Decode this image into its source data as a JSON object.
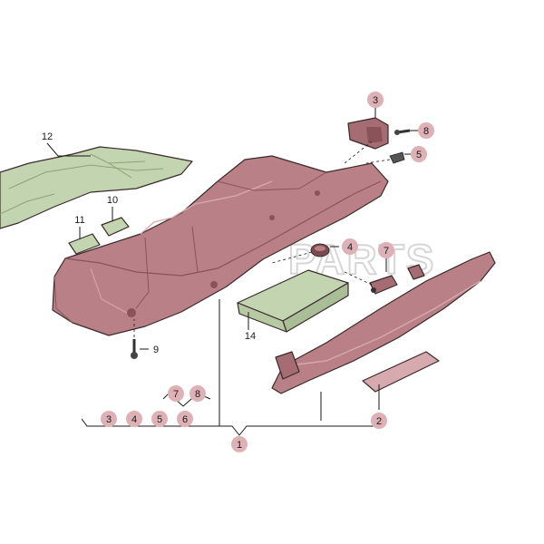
{
  "watermark": {
    "text": "PARTS"
  },
  "colors": {
    "part_fill": "#b98088",
    "part_light": "#d7aab0",
    "part_dark": "#8a5259",
    "green_fill": "#c2d4b0",
    "badge": "#ddb1b5"
  },
  "callouts": {
    "c1": "1",
    "c2": "2",
    "c3_top": "3",
    "c3_bottom": "3",
    "c4_right": "4",
    "c4_bottom": "4",
    "c5_right": "5",
    "c5_bottom": "5",
    "c6": "6",
    "c7_right": "7",
    "c7_bottom": "7",
    "c8_right": "8",
    "c8_bottom": "8",
    "c9": "9",
    "c10": "10",
    "c11": "11",
    "c12": "12",
    "c14": "14"
  }
}
